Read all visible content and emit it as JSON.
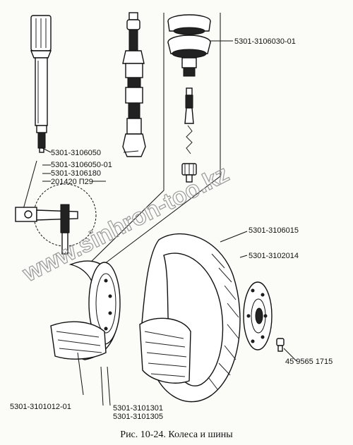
{
  "labels": {
    "valve_cap": "5301-3106030-01",
    "valve_key": "5301-3106050",
    "valve_key_body": "5301-3106050-01",
    "nipple": "5301-3106180",
    "nut": "201420  П29",
    "tube": "5301-3106015",
    "tire": "5301-3102014",
    "bolt": "45 9565 1715",
    "rim": "5301-3101012-01",
    "lock_ring": "5301-3101301",
    "side_ring": "5301-3101305"
  },
  "caption": "Рис. 10-24. Колеса и шины",
  "watermark": "www.sinhron-too.kz"
}
